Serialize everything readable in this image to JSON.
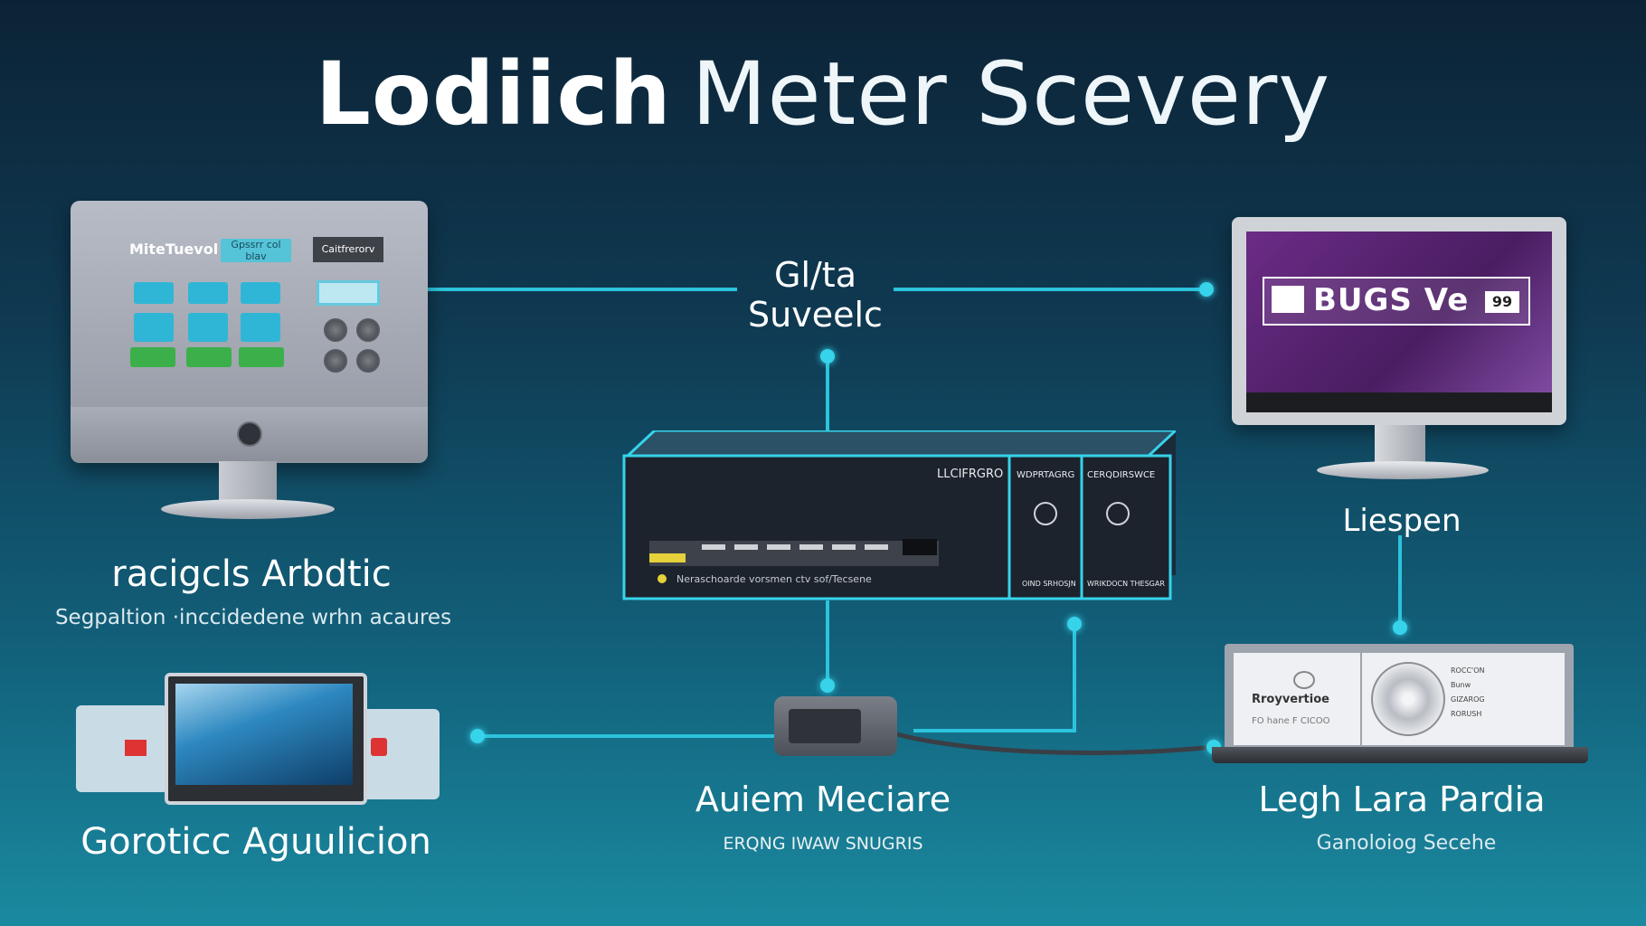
{
  "title": {
    "bold": "Lodiich",
    "thin": "Meter Scevery"
  },
  "center_node": {
    "line1": "Gl/ta",
    "line2": "Suveelc"
  },
  "top_left": {
    "title": "racigcls Arbdtic",
    "subtitle": "Segpaltion ·inccidedene wrhn acaures",
    "device_name": "MiteTuevol",
    "button_primary": "Gpssrr col blav",
    "button_secondary": "Caitfrerorv"
  },
  "top_right": {
    "title": "Liespen",
    "screen_brand": "BUGS Ve",
    "screen_badge": "99"
  },
  "bottom_left": {
    "title": "Goroticc Aguulicion"
  },
  "bottom_center": {
    "title": "Auiem Meciare",
    "subtitle": "ERQNG IWAW SNUGRIS"
  },
  "bottom_right": {
    "title": "Legh Lara Pardia",
    "subtitle": "Ganoloiog Secehe",
    "screen_label": "Rroyvertioe",
    "screen_small": "FO hane F CICOO",
    "screen_right_labels": [
      "ROCC'ON",
      "Bunw",
      "GIZAROG",
      "RORUSH"
    ]
  },
  "router": {
    "brand": "LLCIFRGRO",
    "status_text": "Neraschoarde vorsmen ctv sof/Tecsene",
    "port1_label": "WDPRTAGRG",
    "port2_label": "CERQDIRSWCE",
    "port1_footer": "OIND SRHOSJN",
    "port2_footer": "WRIKDOCN THESGAR"
  },
  "colors": {
    "accent": "#36d3ea",
    "wire": "#2cc3dc",
    "background_top": "#0c2336",
    "background_bottom": "#1a8aa0"
  }
}
